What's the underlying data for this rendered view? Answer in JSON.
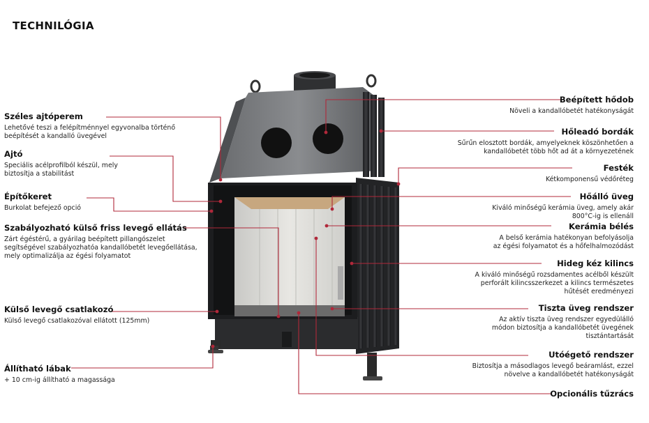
{
  "title": "TECHNILÓGIA",
  "accent_color": "#b0283a",
  "callouts_left": [
    {
      "id": "szeles-ajtoperem",
      "title": "Széles ajtóperem",
      "desc": "Lehetővé teszi a felépítménnyel egyvonalba történő\nbeépítését a kandalló üvegével"
    },
    {
      "id": "ajto",
      "title": "Ajtó",
      "desc": "Speciális acélprofilból készül, mely\nbiztosítja a stabilitást"
    },
    {
      "id": "epitokeret",
      "title": "Építőkeret",
      "desc": "Burkolat befejező opció"
    },
    {
      "id": "friss-levego",
      "title": "Szabályozható külső friss levegő ellátás",
      "desc": "Zárt égéstérű, a gyárilag beépített pillangószelet\nsegítségével szabályozhatóa kandallóbetét levegőellátása,\nmely optimalizálja az égési folyamatot"
    },
    {
      "id": "kulso-levego",
      "title": "Külső levegő csatlakozó",
      "desc": "Külső levegő csatlakozóval ellátott (125mm)"
    },
    {
      "id": "allithato-labak",
      "title": "Állítható lábak",
      "desc": "+ 10 cm-ig állítható a magassága"
    }
  ],
  "callouts_right": [
    {
      "id": "hodob",
      "title": "Beépített hődob",
      "desc": "Növeli a kandallóbetét hatékonyságát"
    },
    {
      "id": "holeado-bordak",
      "title": "Hőleadó bordák",
      "desc": "Sűrűn elosztott bordák, amyelyeknek köszönhetően a\nkandallóbetét több hőt ad át a környezetének"
    },
    {
      "id": "festek",
      "title": "Festék",
      "desc": "Kétkomponensű védőréteg"
    },
    {
      "id": "hoallo-uveg",
      "title": "Hőálló üveg",
      "desc": "Kiváló minőségű kerámia üveg, amely akár\n800°C-ig is ellenáll"
    },
    {
      "id": "keramia-beles",
      "title": "Kerámia bélés",
      "desc": "A belső kerámia hatékonyan befolyásolja\naz égési folyamatot és a hőfelhalmozódást"
    },
    {
      "id": "hideg-kez",
      "title": "Hideg kéz kilincs",
      "desc": "A kiváló minőségű rozsdamentes acélből készült\nperforált kilincsszerkezet a kilincs természetes\nhűtését eredményezi"
    },
    {
      "id": "tiszta-uveg",
      "title": "Tiszta üveg rendszer",
      "desc": "Az aktív tiszta üveg rendszer egyedülálló\nmódon biztosítja a kandallóbetét üvegének\ntisztántartását"
    },
    {
      "id": "utoegeto",
      "title": "Utóégető rendszer",
      "desc": "Biztosítja a másodlagos levegő beáramlást, ezzel\nnövelve a kandallóbetét hatékonyságát"
    },
    {
      "id": "opcionalis-tuzracs",
      "title": "Opcionális tűzrács",
      "desc": ""
    }
  ]
}
